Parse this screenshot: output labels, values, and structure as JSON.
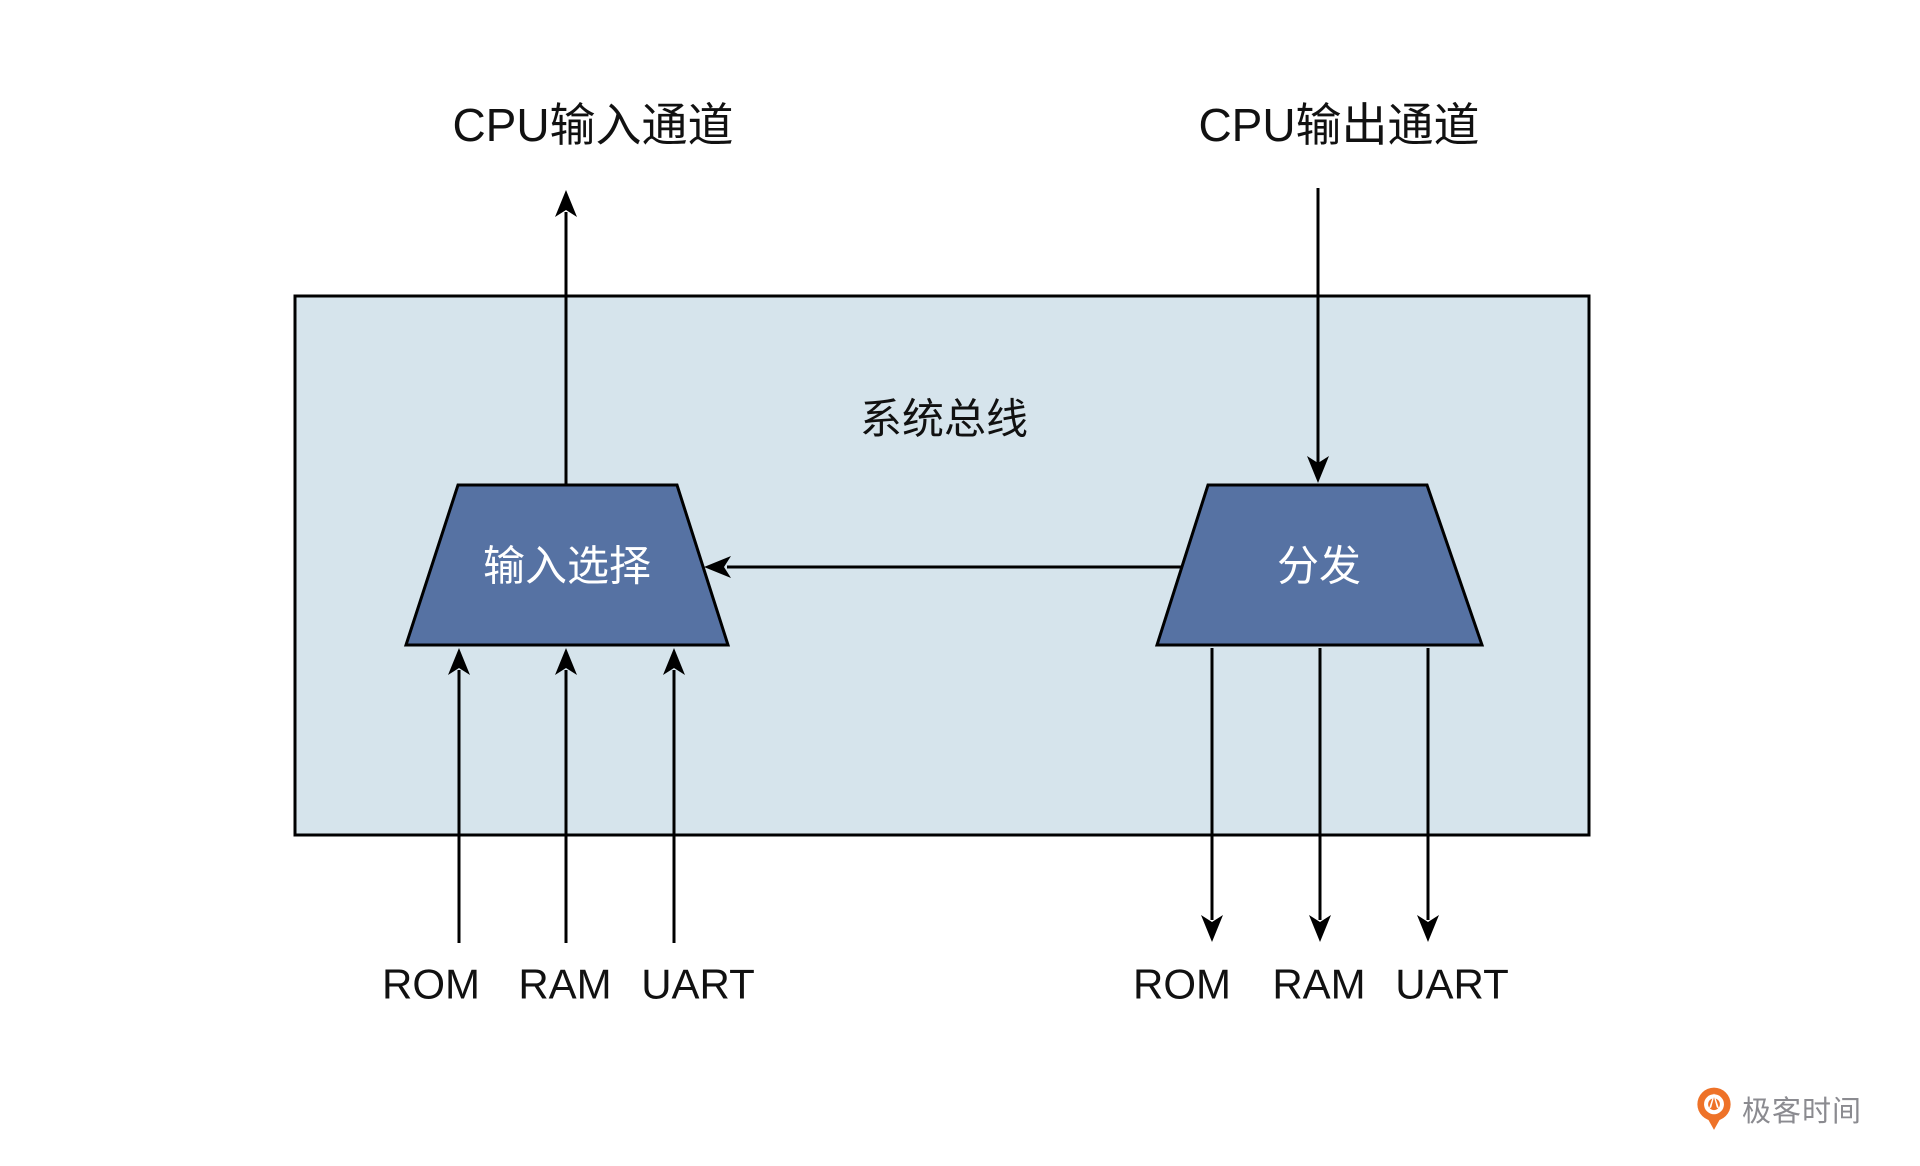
{
  "diagram": {
    "cpu_input_channel_label": "CPU输入通道",
    "cpu_output_channel_label": "CPU输出通道",
    "bus_label": "系统总线",
    "input_selector_label": "输入选择",
    "distributor_label": "分发",
    "left_ports": [
      "ROM",
      "RAM",
      "UART"
    ],
    "right_ports": [
      "ROM",
      "RAM",
      "UART"
    ],
    "colors": {
      "bus_fill": "#d6e4ec",
      "trapezoid_fill": "#5672a3",
      "line_stroke": "#000000",
      "label_color": "#111111",
      "trapezoid_text_color": "#ffffff"
    }
  },
  "branding": {
    "name": "极客时间",
    "logo_color": "#ee7228",
    "text_color": "#8b8b90"
  }
}
